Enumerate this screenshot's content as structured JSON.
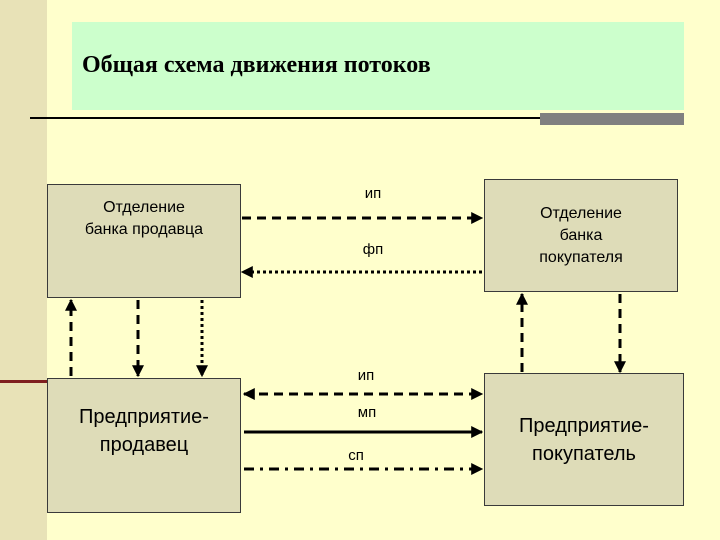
{
  "title": "Общая схема движения потоков",
  "nodes": {
    "seller_bank": [
      "Отделение",
      "банка продавца"
    ],
    "buyer_bank": [
      "Отделение",
      "банка",
      "покупателя"
    ],
    "seller": [
      "Предприятие-",
      "продавец"
    ],
    "buyer": [
      "Предприятие-",
      "покупатель"
    ]
  },
  "edge_labels": {
    "top_ip": "ип",
    "top_fp": "фп",
    "bottom_ip": "ип",
    "bottom_mp": "мп",
    "bottom_sp": "сп"
  }
}
